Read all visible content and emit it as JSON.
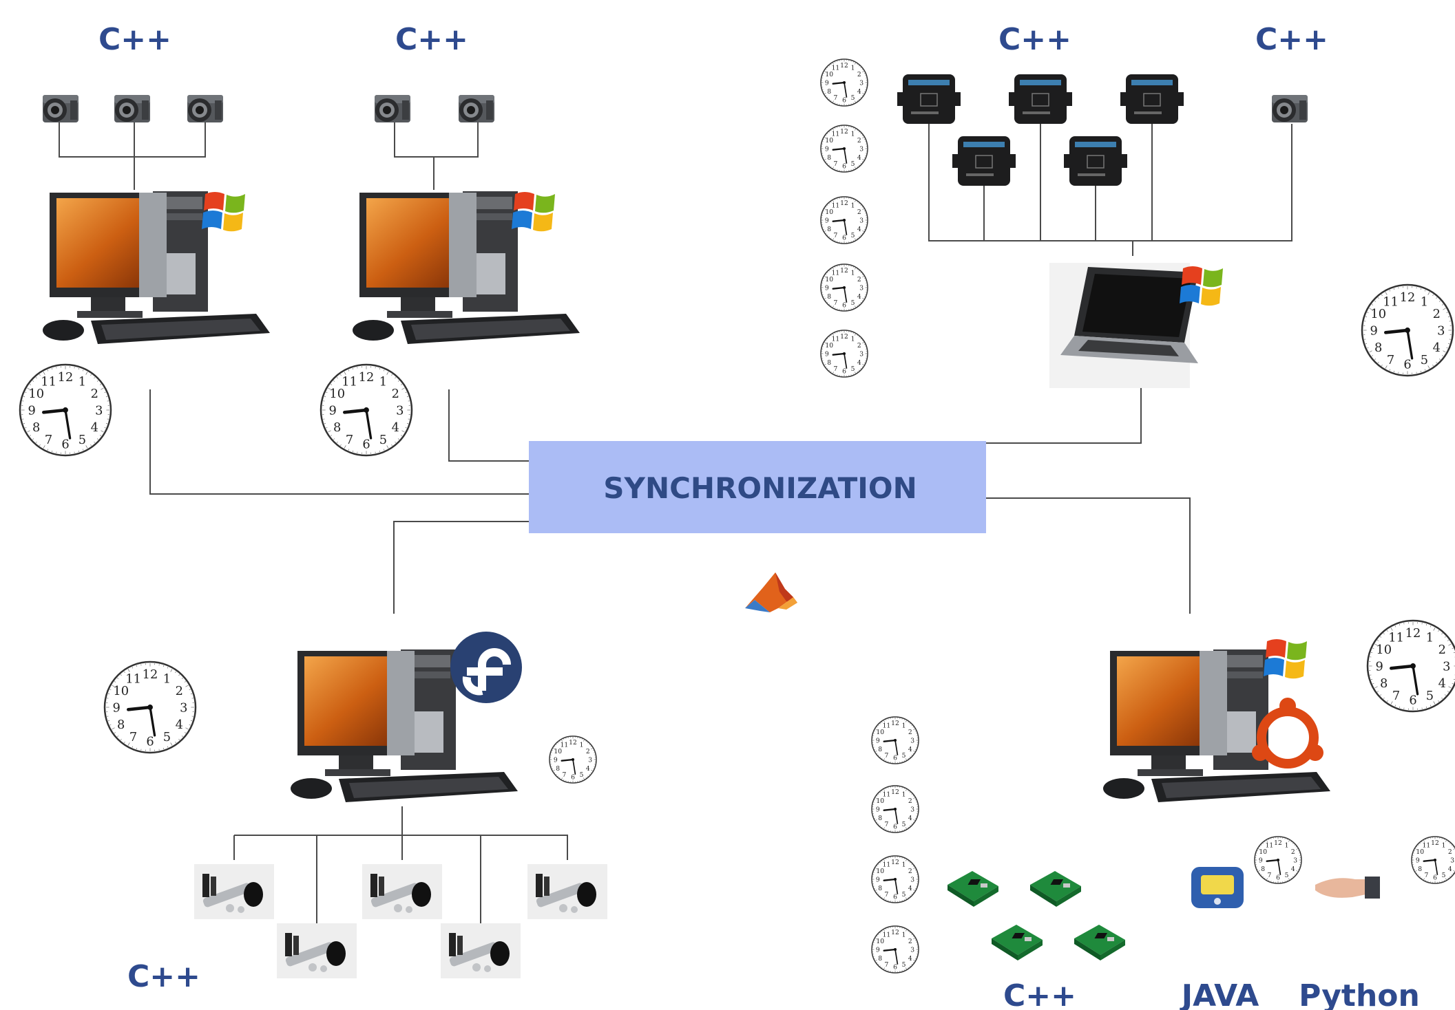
{
  "center": {
    "label": "SYNCHRONIZATION",
    "fill": "#abbcf5"
  },
  "labels": {
    "pc1_lang": "C++",
    "pc2_lang": "C++",
    "imu_lang": "C++",
    "cam_lang": "C++",
    "mic_lang": "C++",
    "boards_lang": "C++",
    "java": "JAVA",
    "python": "Python"
  },
  "clock_numbers": [
    "12",
    "1",
    "2",
    "3",
    "4",
    "5",
    "6",
    "7",
    "8",
    "9",
    "10",
    "11"
  ],
  "icons": {
    "os_windows": "windows-logo-icon",
    "os_fedora": "fedora-logo-icon",
    "os_ubuntu": "ubuntu-logo-icon",
    "matlab": "matlab-logo-icon"
  },
  "colors": {
    "label_blue": "#2e4a8e",
    "wire": "#4a4a4a"
  }
}
